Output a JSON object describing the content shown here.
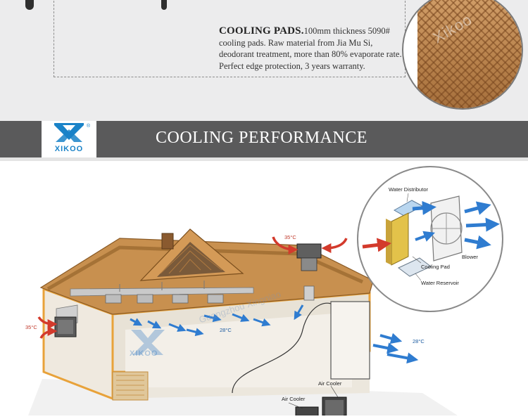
{
  "top": {
    "pads_heading": "COOLING PADS.",
    "pads_body": "100mm thickness 5090# cooling pads. Raw material from Jia Mu Si, deodorant treatment, more than 80% evaporate rate. Perfect edge protection, 3 years warranty.",
    "watermark": "Xikoo"
  },
  "banner": {
    "logo_text": "XIKOO",
    "logo_reg": "®",
    "title": "COOLING PERFORMANCE"
  },
  "diagram": {
    "labels": {
      "water_distributor": "Water Distributor",
      "blower": "Blower",
      "cooling_pad": "Cooling Pad",
      "water_reservoir": "Water Reservoir",
      "air_cooler_1": "Air Cooler",
      "air_cooler_2": "Air Cooler"
    },
    "temps": {
      "hot_roof": "35°C",
      "hot_left": "35°C",
      "inside": "28°C",
      "outside": "28°C"
    },
    "watermark_text": "Guangzhou Xingniao",
    "watermark_logo": "XIKOO",
    "colors": {
      "hot_arrow": "#d33a2c",
      "cool_arrow": "#2f7cd0",
      "roof": "#c8904f",
      "wall_edge": "#e8a23a"
    }
  }
}
